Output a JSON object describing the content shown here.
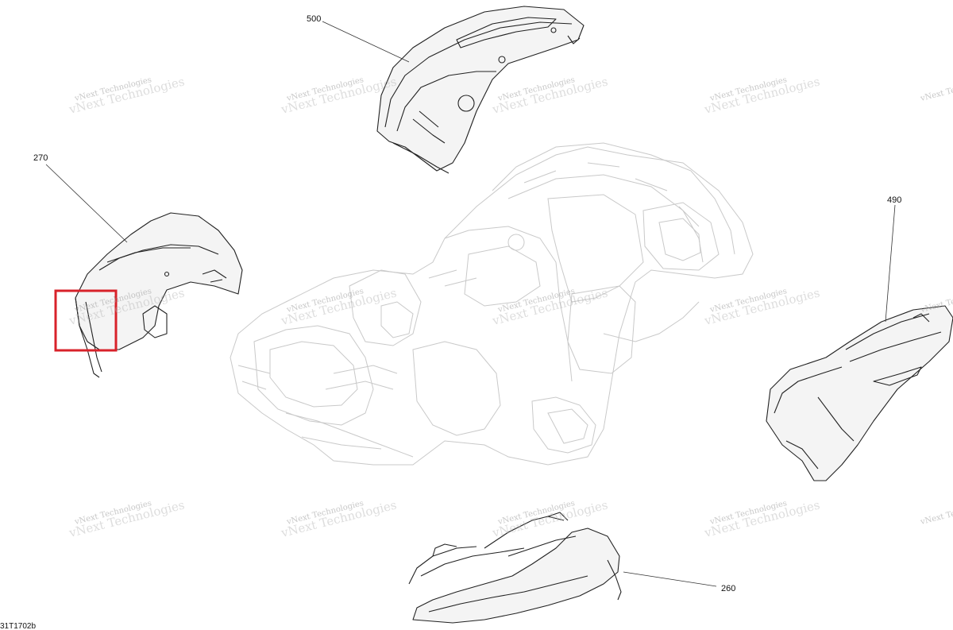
{
  "callouts": {
    "part_500": "500",
    "part_270": "270",
    "part_490": "490",
    "part_260": "260"
  },
  "diagram_code": "31T1702b",
  "watermark": {
    "line1": "vNext Technologies",
    "line2": "vNext Technologies"
  },
  "colors": {
    "highlight": "#d8222a",
    "line": "#222222",
    "frame": "#c9c9c9",
    "watermark": "#9a9a9a"
  }
}
